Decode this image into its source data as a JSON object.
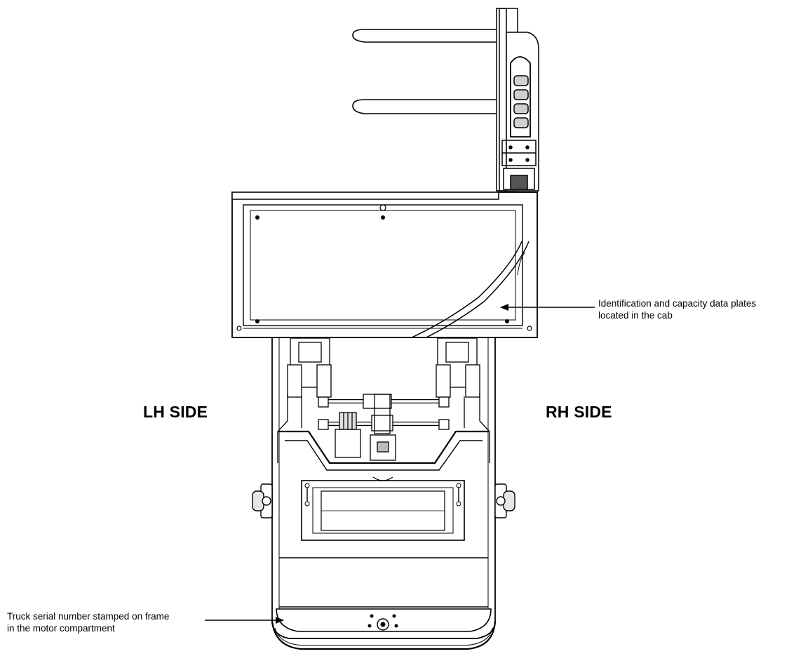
{
  "labels": {
    "lh_side": "LH SIDE",
    "rh_side": "RH SIDE"
  },
  "callouts": {
    "data_plates": {
      "line1": "Identification and capacity data plates",
      "line2": "located in the cab"
    },
    "serial_number": {
      "line1": "Truck serial number stamped on frame",
      "line2": "in the motor compartment"
    }
  },
  "colors": {
    "line": "#000000",
    "gray": "#8a8a8a",
    "background": "#ffffff"
  }
}
